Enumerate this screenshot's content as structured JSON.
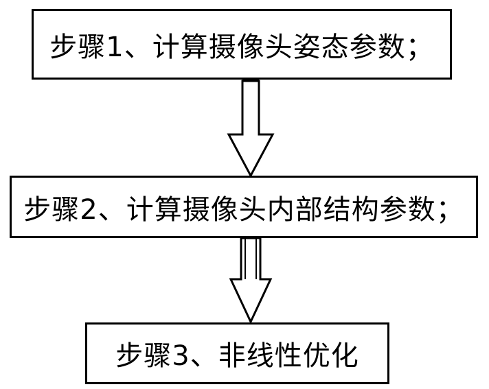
{
  "steps": [
    {
      "text": "步骤1、计算摄像头姿态参数；"
    },
    {
      "text": "步骤2、计算摄像头内部结构参数；"
    },
    {
      "text": "步骤3、非线性优化"
    }
  ]
}
